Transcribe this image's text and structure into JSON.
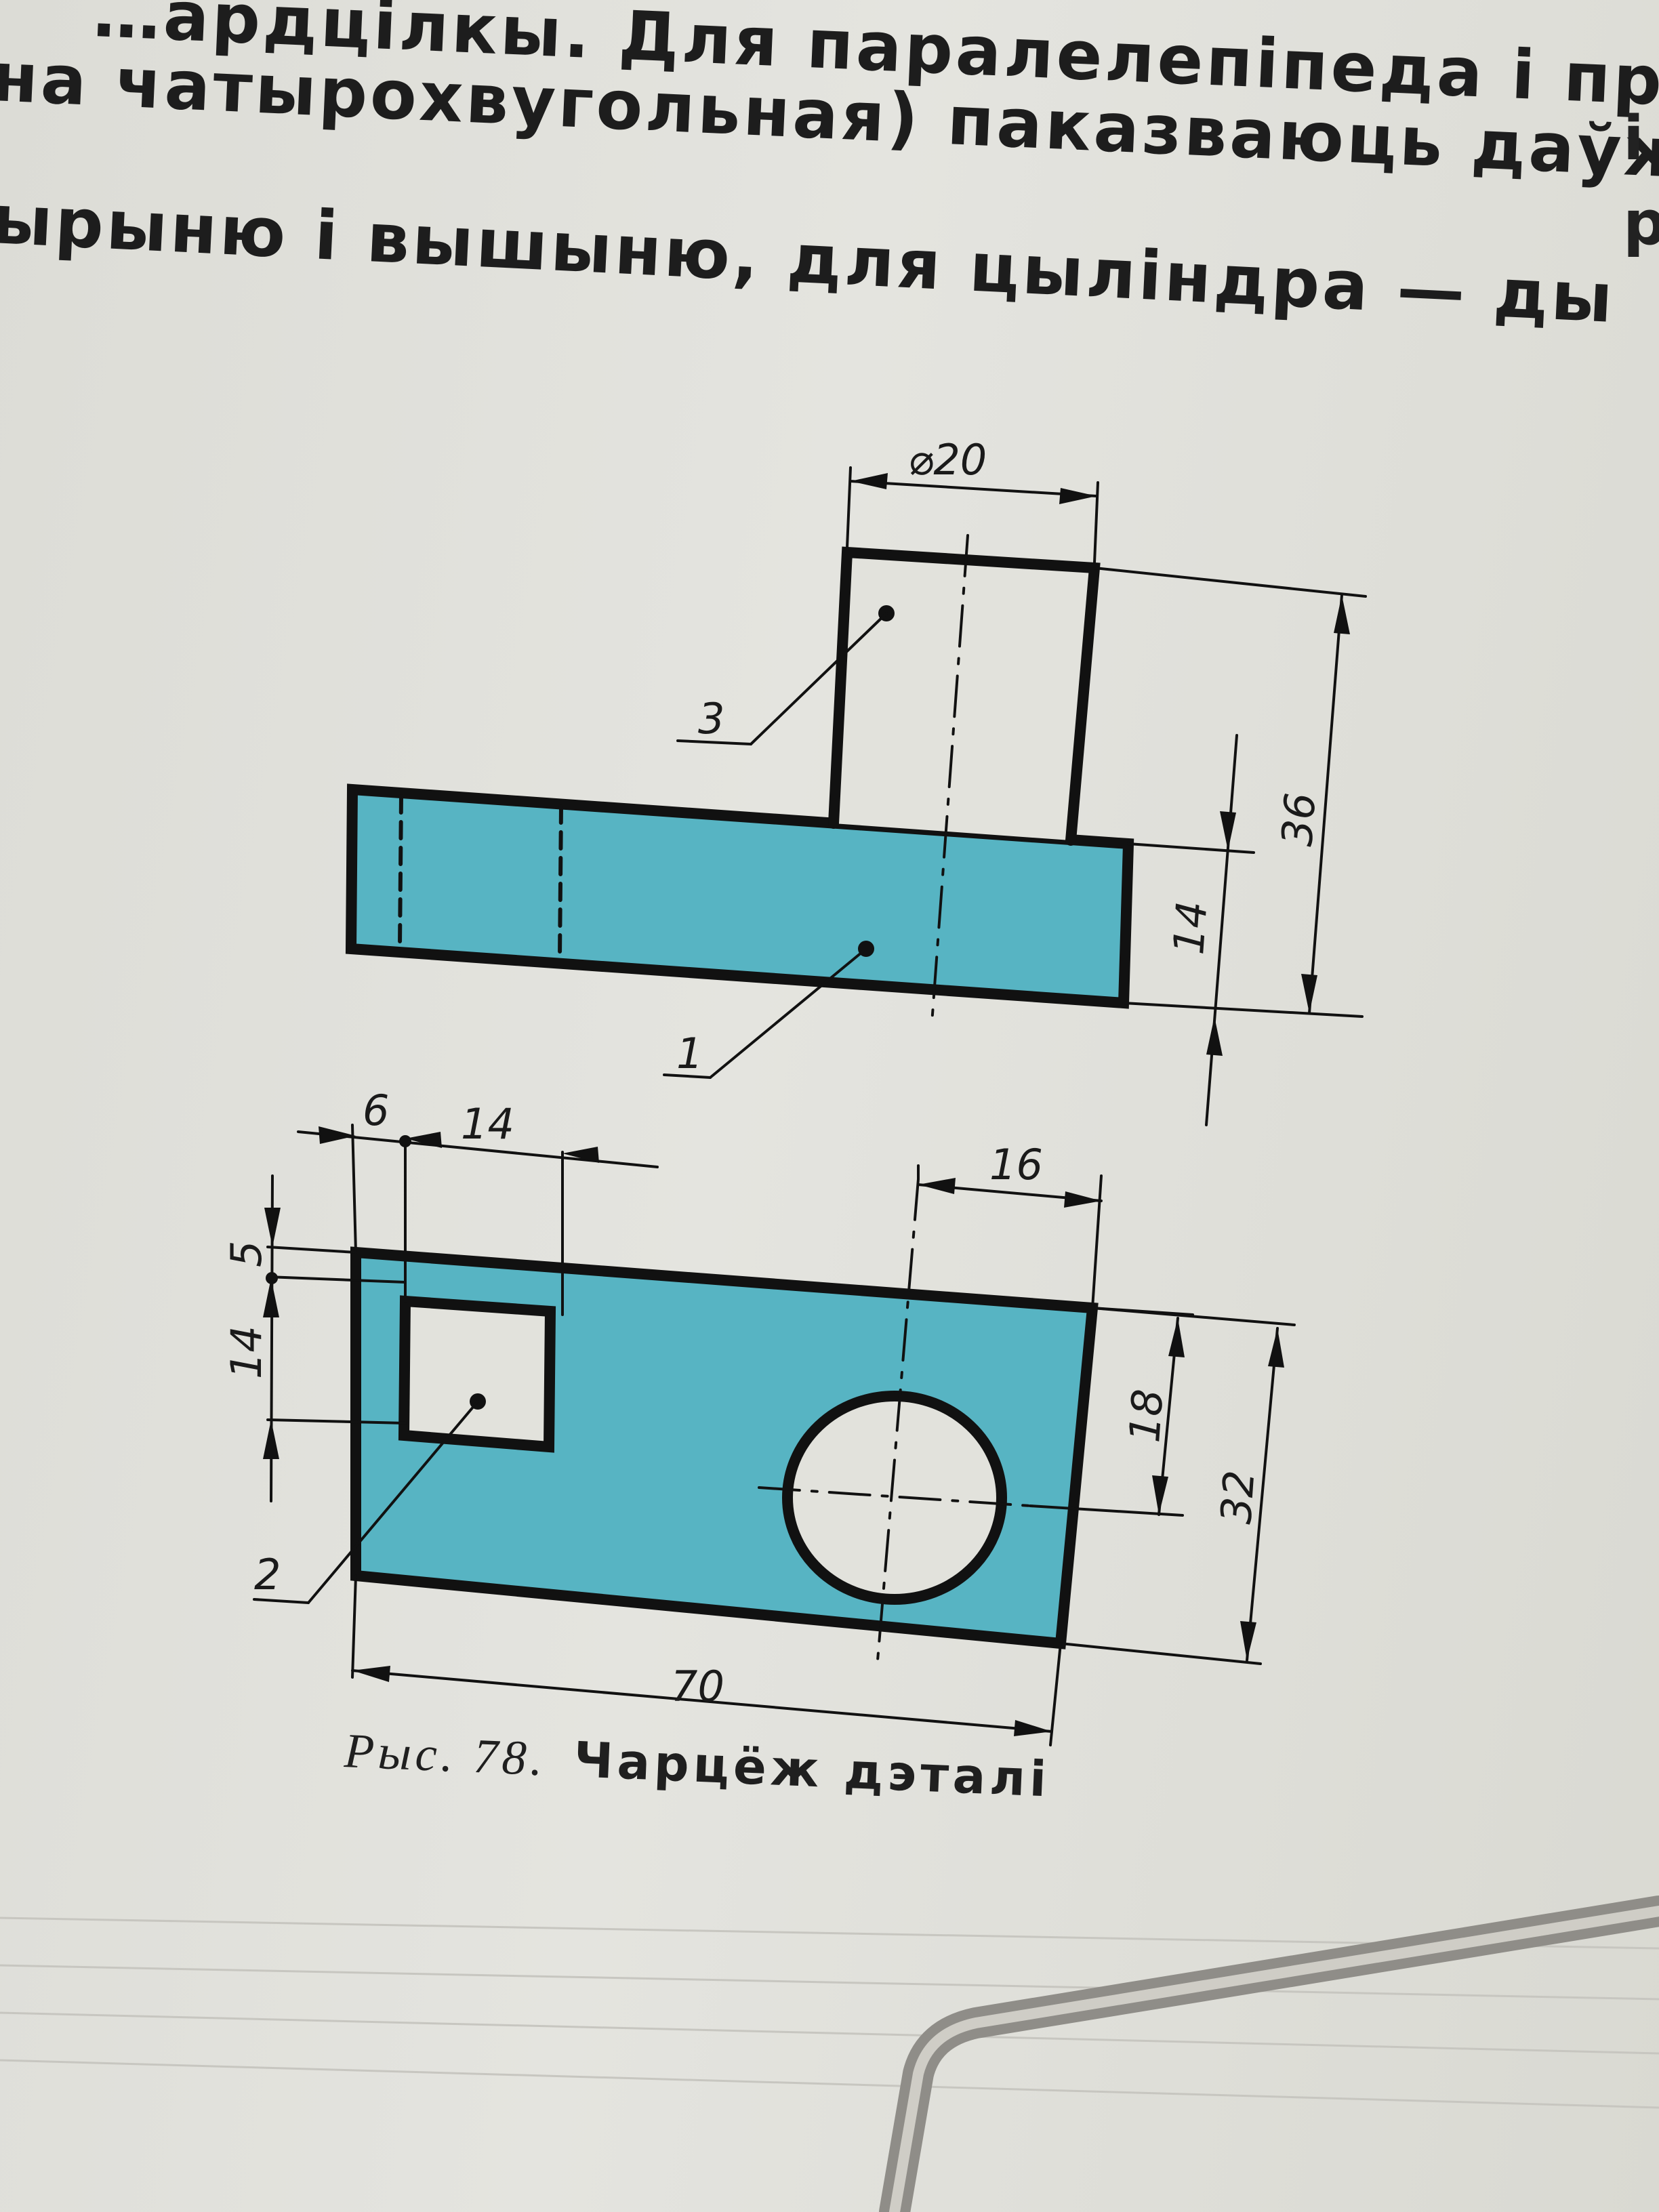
{
  "text_lines": [
    "…ардцілкы. Для паралелепіпеда і пр",
    "на чатырохвугольная) паказваюць даўж",
    "ырыню і вышыню, для цыліндра — ды"
  ],
  "right_edge_fragments": [
    "і",
    "р"
  ],
  "drawing": {
    "fill_color": "#57b4c3",
    "line_color": "#111111",
    "part_labels": {
      "cylinder": "3",
      "base": "1",
      "hole": "2"
    },
    "front_view_dims": {
      "diameter": "⌀20",
      "total_height": "36",
      "base_height": "14"
    },
    "top_view_dims": {
      "offset_left": "6",
      "hole_width": "14",
      "offset_top": "5",
      "hole_height": "14",
      "circle_offset": "16",
      "center_distance": "18",
      "depth": "32",
      "length": "70"
    }
  },
  "caption": {
    "label": "Рыс. 78.",
    "title": "Чарцёж дэталі"
  }
}
